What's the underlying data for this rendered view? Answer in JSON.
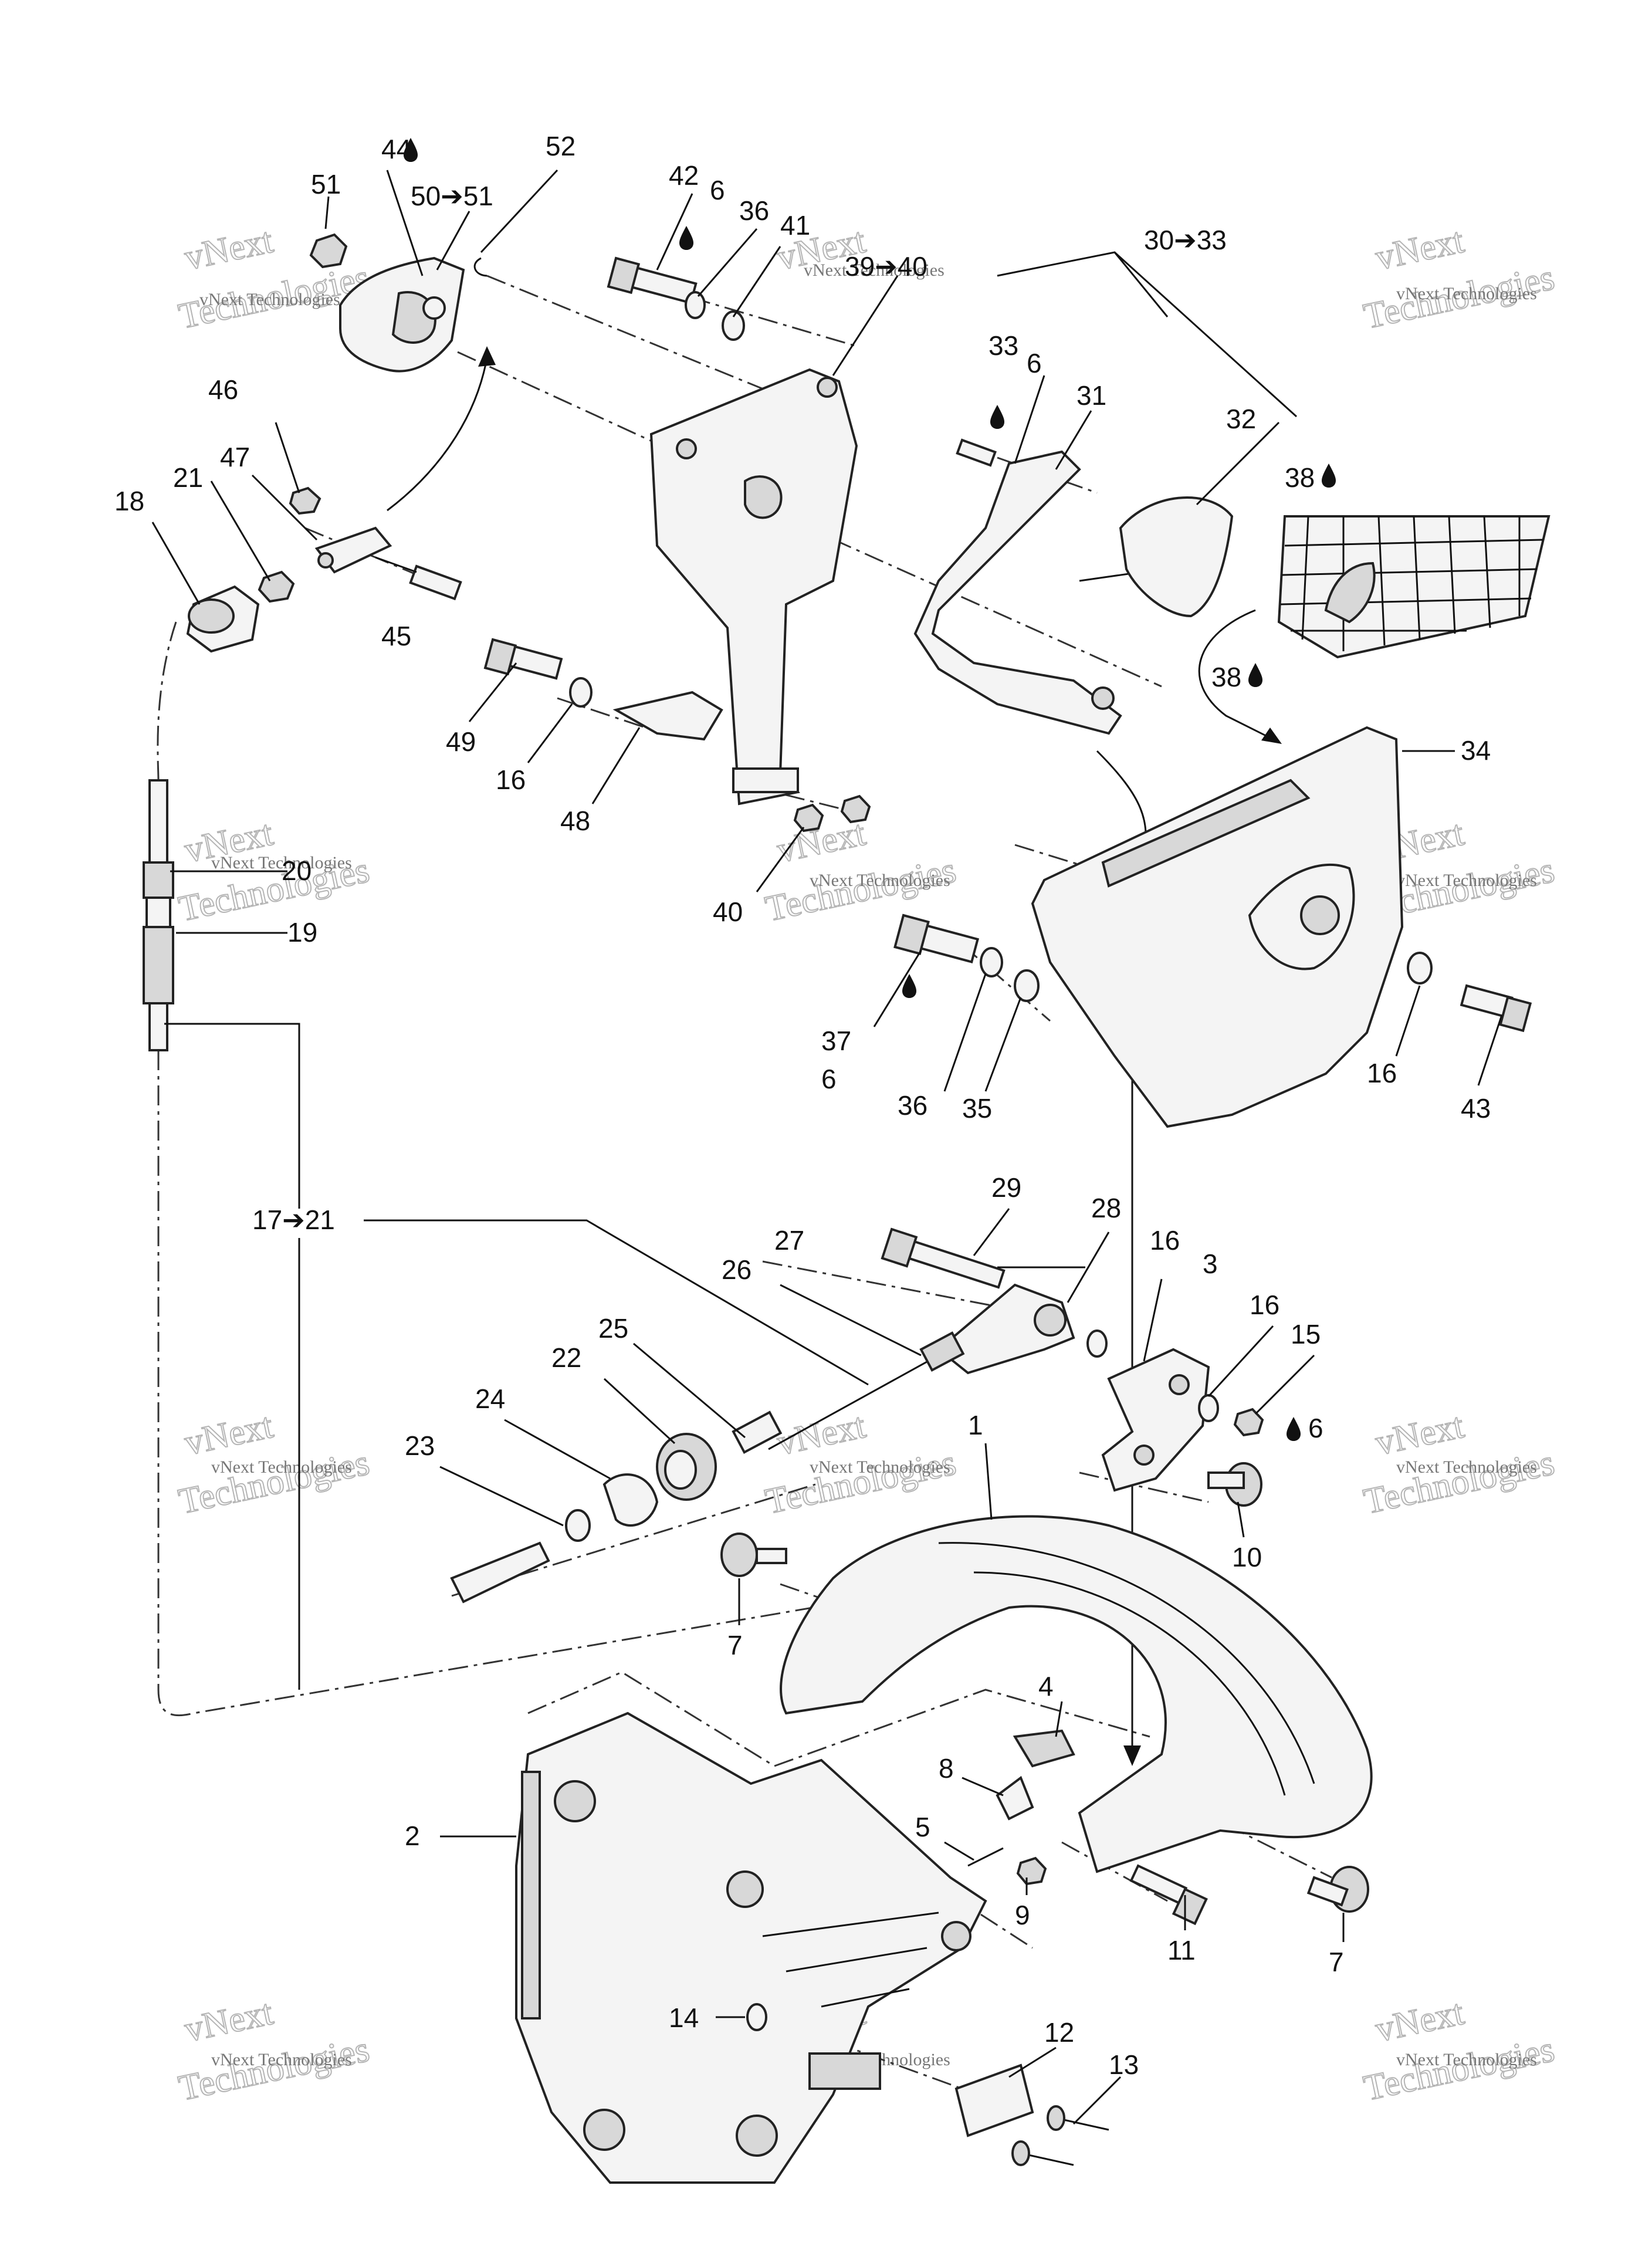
{
  "watermark": {
    "line1": "vNext Technologies",
    "line2": "vNext",
    "line3": "Technologies"
  },
  "callouts": {
    "c1": "1",
    "c2": "2",
    "c3": "3",
    "c4": "4",
    "c5": "5",
    "c6": "6",
    "c7": "7",
    "c8": "8",
    "c9": "9",
    "c10": "10",
    "c11": "11",
    "c12": "12",
    "c13": "13",
    "c14": "14",
    "c15": "15",
    "c16": "16",
    "c17_21": "17➔21",
    "c18": "18",
    "c19": "19",
    "c20": "20",
    "c21": "21",
    "c22": "22",
    "c23": "23",
    "c24": "24",
    "c25": "25",
    "c26": "26",
    "c27": "27",
    "c28": "28",
    "c29": "29",
    "c30_33": "30➔33",
    "c31": "31",
    "c32": "32",
    "c33": "33",
    "c34": "34",
    "c35": "35",
    "c36": "36",
    "c37": "37",
    "c38": "38",
    "c39_40": "39➔40",
    "c40": "40",
    "c41": "41",
    "c42": "42",
    "c43": "43",
    "c44": "44",
    "c45": "45",
    "c46": "46",
    "c47": "47",
    "c48": "48",
    "c49": "49",
    "c50_51": "50➔51",
    "c51": "51",
    "c52": "52"
  }
}
